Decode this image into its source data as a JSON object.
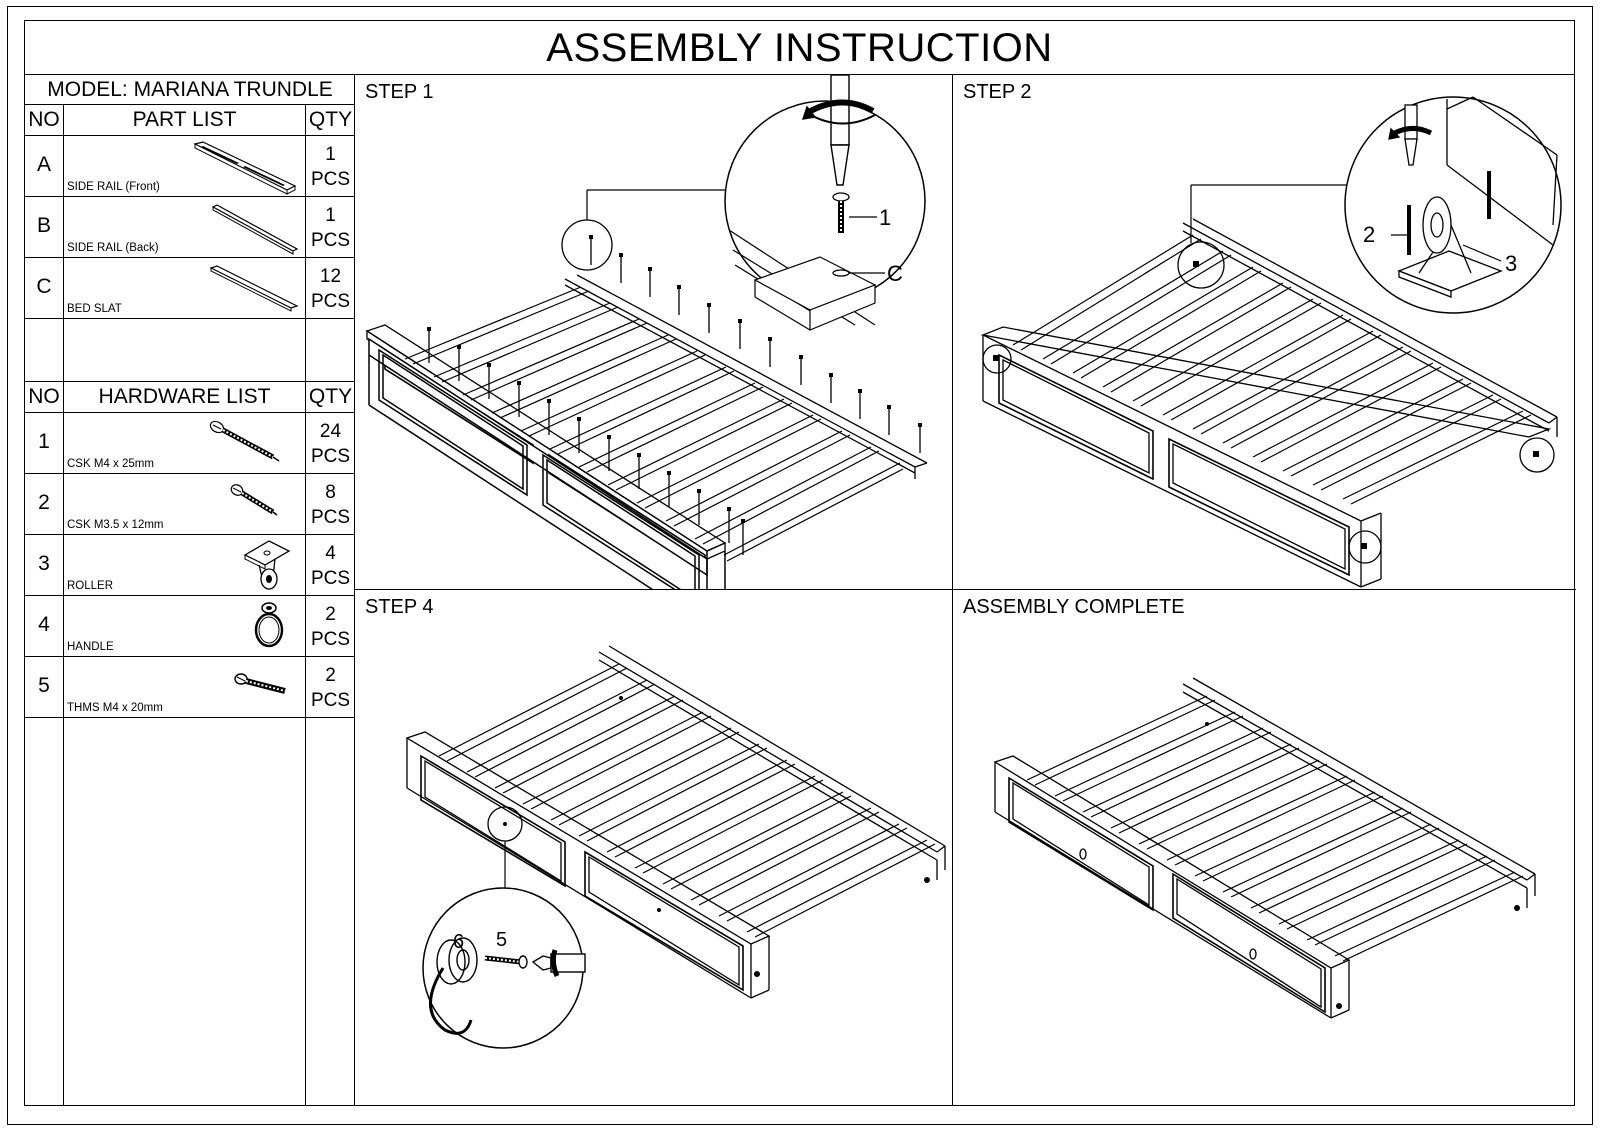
{
  "title": "ASSEMBLY INSTRUCTION",
  "model": "MODEL:  MARIANA TRUNDLE",
  "parts_header": {
    "no": "NO",
    "label": "PART LIST",
    "qty": "QTY"
  },
  "parts": [
    {
      "no": "A",
      "name": "SIDE RAIL (Front)",
      "qty": "1",
      "unit": "PCS",
      "icon": "side-rail-front-icon"
    },
    {
      "no": "B",
      "name": "SIDE RAIL (Back)",
      "qty": "1",
      "unit": "PCS",
      "icon": "side-rail-back-icon"
    },
    {
      "no": "C",
      "name": "BED SLAT",
      "qty": "12",
      "unit": "PCS",
      "icon": "bed-slat-icon"
    }
  ],
  "hardware_header": {
    "no": "NO",
    "label": "HARDWARE LIST",
    "qty": "QTY"
  },
  "hardware": [
    {
      "no": "1",
      "name": "CSK M4 x 25mm",
      "qty": "24",
      "unit": "PCS",
      "icon": "long-screw-icon"
    },
    {
      "no": "2",
      "name": "CSK M3.5 x 12mm",
      "qty": "8",
      "unit": "PCS",
      "icon": "short-screw-icon"
    },
    {
      "no": "3",
      "name": "ROLLER",
      "qty": "4",
      "unit": "PCS",
      "icon": "roller-icon"
    },
    {
      "no": "4",
      "name": "HANDLE",
      "qty": "2",
      "unit": "PCS",
      "icon": "ring-handle-icon"
    },
    {
      "no": "5",
      "name": "THMS M4 x 20mm",
      "qty": "2",
      "unit": "PCS",
      "icon": "bolt-icon"
    }
  ],
  "steps": {
    "step1": {
      "label": "STEP 1",
      "callouts": {
        "screw": "1",
        "slat": "C"
      }
    },
    "step2": {
      "label": "STEP 2",
      "callouts": {
        "screw": "2",
        "roller": "3"
      }
    },
    "step4": {
      "label": "STEP 4",
      "callouts": {
        "handle": "6",
        "bolt": "5"
      }
    },
    "complete": {
      "label": "ASSEMBLY COMPLETE"
    }
  }
}
